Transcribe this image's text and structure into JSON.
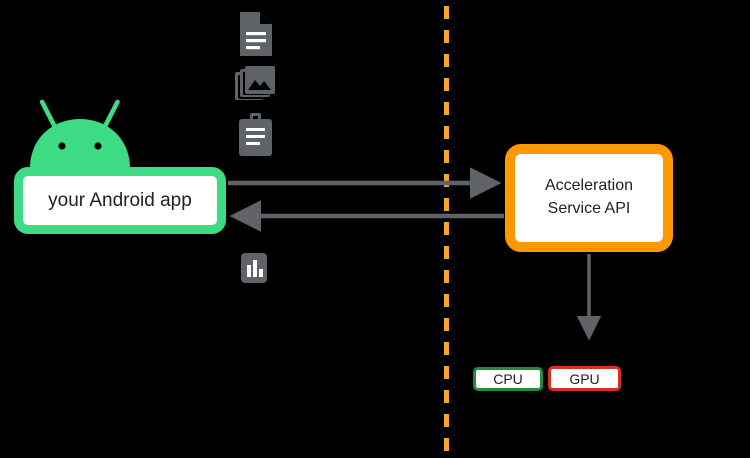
{
  "diagram": {
    "title": "Acceleration Service API architecture",
    "background_color": "#000000",
    "divider": {
      "name": "device-cloud-boundary",
      "style": "dashed-vertical",
      "color": "#F9A825"
    },
    "nodes": {
      "app": {
        "label": "your Android app",
        "border_color": "#3DDC84",
        "fill_color": "#FFFFFF"
      },
      "api": {
        "label_line1": "Acceleration",
        "label_line2": "Service API",
        "border_color": "#FF9800",
        "fill_color": "#FFFFFF"
      },
      "cpu": {
        "label": "CPU",
        "border_color": "#1E8E3E",
        "fill_color": "#FFFFFF"
      },
      "gpu": {
        "label": "GPU",
        "border_color": "#D93025",
        "fill_color": "#FFFFFF"
      }
    },
    "logo": {
      "name": "android-robot-logo",
      "color": "#3DDC84"
    },
    "asset_icons": [
      {
        "name": "document-icon",
        "label": "document",
        "color": "#5F6368"
      },
      {
        "name": "photo-library-icon",
        "label": "images",
        "color": "#5F6368"
      },
      {
        "name": "clipboard-icon",
        "label": "clipboard",
        "color": "#5F6368"
      },
      {
        "name": "bar-chart-icon",
        "label": "chart",
        "color": "#5F6368"
      }
    ],
    "arrows": [
      {
        "name": "app-to-api-arrow",
        "from": "your Android app",
        "to": "Acceleration Service API",
        "direction": "right",
        "color": "#5F6368"
      },
      {
        "name": "api-to-app-arrow",
        "from": "Acceleration Service API",
        "to": "your Android app",
        "direction": "left",
        "color": "#5F6368"
      },
      {
        "name": "api-to-accelerators-arrow",
        "from": "Acceleration Service API",
        "to": "CPU / GPU",
        "direction": "down",
        "color": "#5F6368"
      }
    ]
  }
}
